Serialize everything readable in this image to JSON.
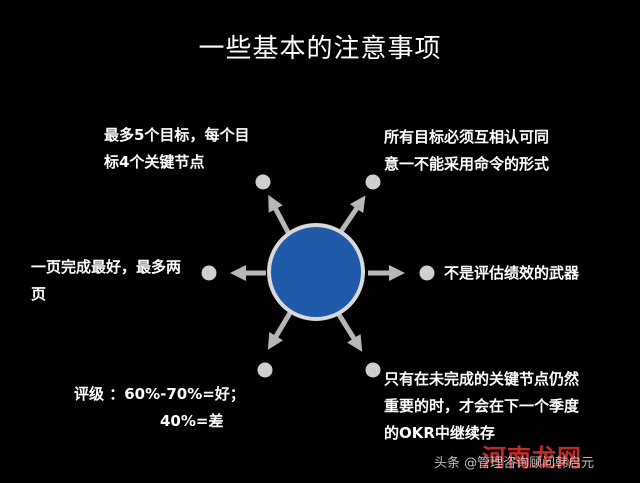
{
  "title": "一些基本的注意事项",
  "nodes": {
    "top_left": [
      "最多5个目标，每个目",
      "标4个关键节点"
    ],
    "top_right": [
      "所有目标必须互相认可同",
      "意一不能采用命令的形式"
    ],
    "left": [
      "一页完成最好，最多两",
      "页"
    ],
    "right": [
      "不是评估绩效的武器"
    ],
    "bottom_left": [
      "评级 ：60%-70%=好；",
      "40%=差"
    ],
    "bottom_right": [
      "只有在未完成的关键节点仍然",
      "重要的时，才会在下一个季度",
      "的OKR中继续存"
    ]
  },
  "watermark": {
    "site": "河南龙网",
    "byline": "头条 @管理咨询顾问韩启元"
  },
  "colors": {
    "background": "#000000",
    "center_fill": "#1f5ba8",
    "center_stroke": "#d9d9d9",
    "arrow": "#b7b7b7",
    "dot": "#d0d0d0",
    "text": "#ffffff"
  }
}
